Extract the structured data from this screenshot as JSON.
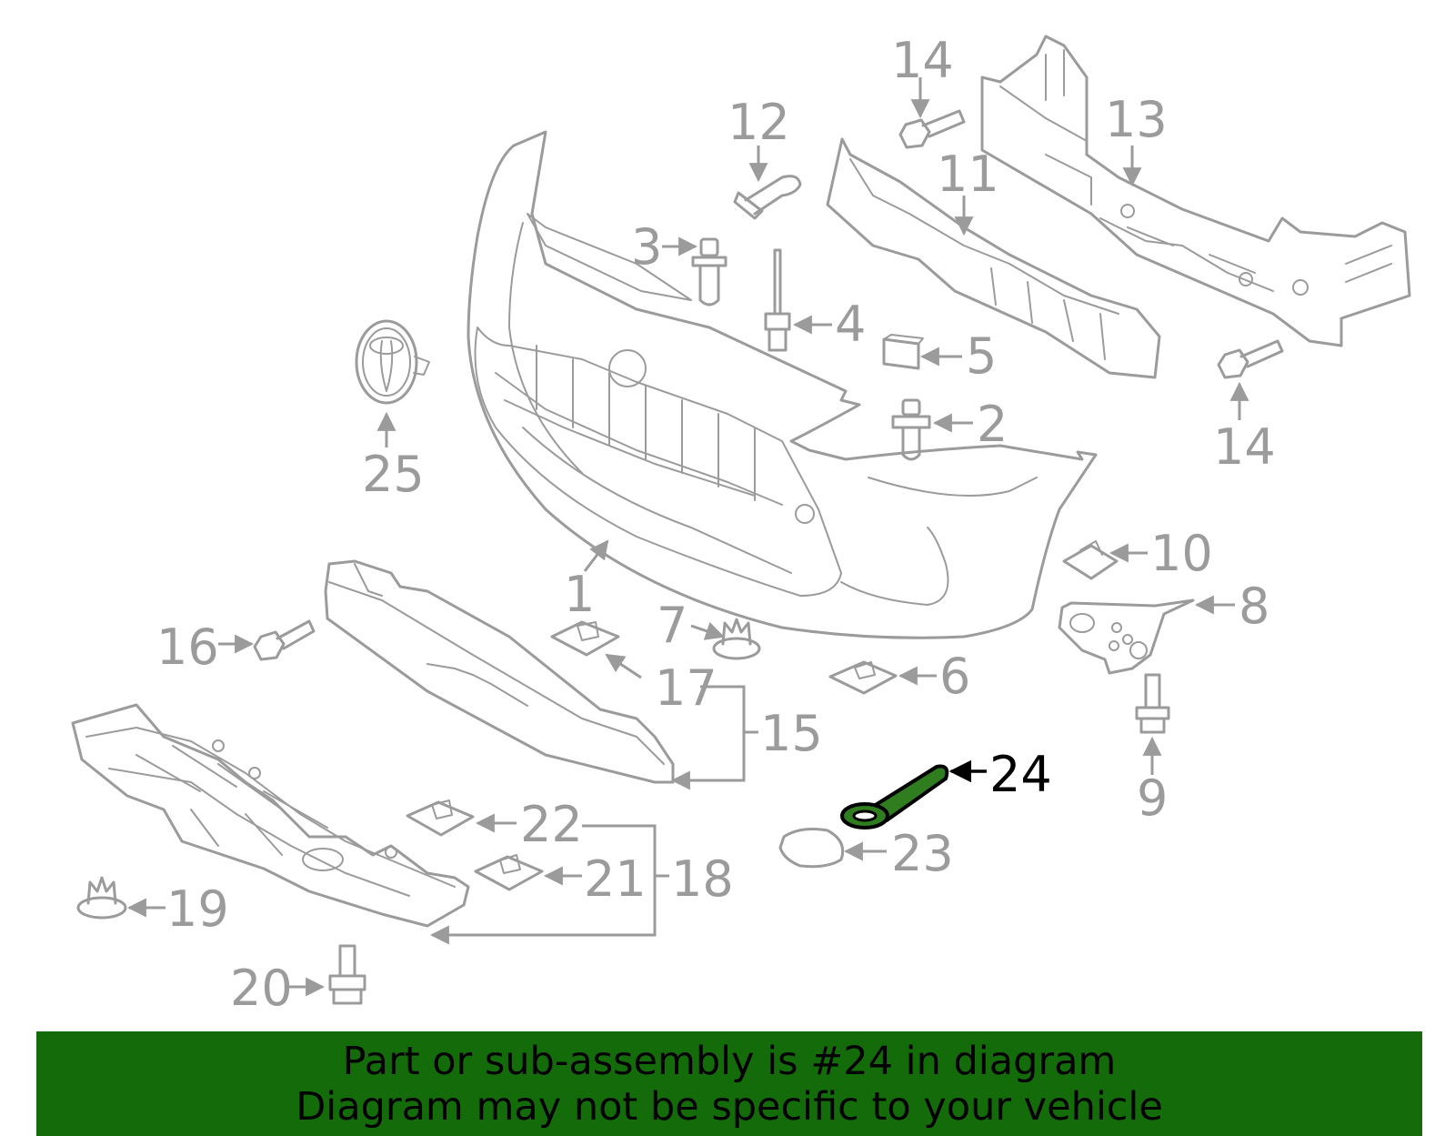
{
  "diagram": {
    "labels": {
      "p1": "1",
      "p2": "2",
      "p3": "3",
      "p4": "4",
      "p5": "5",
      "p6": "6",
      "p7": "7",
      "p8": "8",
      "p9": "9",
      "p10": "10",
      "p11": "11",
      "p12": "12",
      "p13": "13",
      "p14a": "14",
      "p14b": "14",
      "p15": "15",
      "p16": "16",
      "p17": "17",
      "p18": "18",
      "p19": "19",
      "p20": "20",
      "p21": "21",
      "p22": "22",
      "p23": "23",
      "p24": "24",
      "p25": "25"
    },
    "highlighted_part": "24",
    "colors": {
      "line": "#9b9b9b",
      "highlight_fill": "#2f7d1f",
      "highlight_text": "#000000",
      "banner": "#146b0a"
    }
  },
  "footer": {
    "line1": "Part or sub-assembly is #24 in diagram",
    "line2": "Diagram may not be specific to your vehicle"
  }
}
